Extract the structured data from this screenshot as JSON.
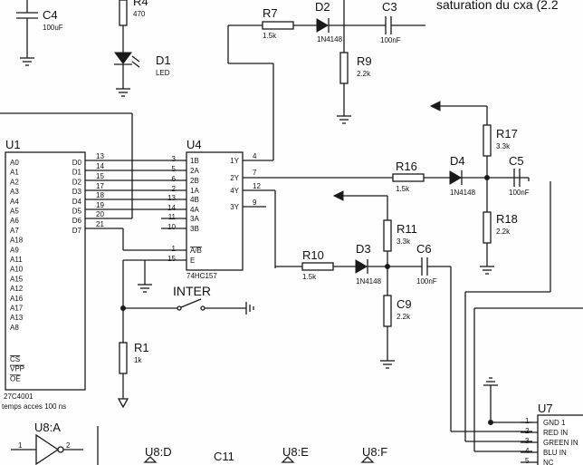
{
  "title": "saturation du cxa (2.2",
  "components": {
    "c4": {
      "ref": "C4",
      "value": "100uF"
    },
    "r4": {
      "ref": "R4",
      "value": "470"
    },
    "d1": {
      "ref": "D1",
      "value": "LED"
    },
    "r7": {
      "ref": "R7",
      "value": "1.5k"
    },
    "d2": {
      "ref": "D2",
      "value": "1N4148"
    },
    "c3": {
      "ref": "C3",
      "value": "100nF"
    },
    "r9": {
      "ref": "R9",
      "value": "2.2k"
    },
    "u1": {
      "ref": "U1",
      "part": "27C4001",
      "note": "temps acces 100 ns"
    },
    "u4": {
      "ref": "U4",
      "part": "74HC157"
    },
    "r17": {
      "ref": "R17",
      "value": "3.3k"
    },
    "r16": {
      "ref": "R16",
      "value": "1.5k"
    },
    "d4": {
      "ref": "D4",
      "value": "1N4148"
    },
    "c5": {
      "ref": "C5",
      "value": "100nF"
    },
    "r18": {
      "ref": "R18",
      "value": "2.2k"
    },
    "r11": {
      "ref": "R11",
      "value": "3.3k"
    },
    "r10": {
      "ref": "R10",
      "value": "1.5k"
    },
    "d3": {
      "ref": "D3",
      "value": "1N4148"
    },
    "c6": {
      "ref": "C6",
      "value": "100nF"
    },
    "c9": {
      "ref": "C9",
      "value": "2.2k"
    },
    "inter": {
      "ref": "INTER"
    },
    "r1": {
      "ref": "R1",
      "value": "1k"
    },
    "u7": {
      "ref": "U7"
    },
    "u8a": {
      "ref": "U8:A",
      "pin_in": "1",
      "pin_out": "2"
    },
    "u8d": {
      "ref": "U8:D"
    },
    "c11": {
      "ref": "C11"
    },
    "u8e": {
      "ref": "U8:E"
    },
    "u8f": {
      "ref": "U8:F"
    }
  },
  "pins": {
    "u1_left": [
      "A0",
      "A1",
      "A2",
      "A3",
      "A4",
      "A5",
      "A6",
      "A7",
      "A18",
      "A9",
      "A11",
      "A10",
      "A15",
      "A12",
      "A16",
      "A17",
      "A13",
      "A8"
    ],
    "u1_left_ctrl": [
      "CS",
      "VPP",
      "OE"
    ],
    "u1_right": [
      "D0",
      "D1",
      "D2",
      "D3",
      "D4",
      "D5",
      "D6",
      "D7"
    ],
    "u1_right_numbers": [
      "13",
      "14",
      "15",
      "17",
      "18",
      "19",
      "20",
      "21"
    ],
    "u4_left": [
      "1B",
      "2A",
      "2B",
      "1A",
      "4B",
      "4A",
      "3A",
      "3B"
    ],
    "u4_left_numbers": [
      "3",
      "5",
      "6",
      "2",
      "13",
      "14",
      "11",
      "10"
    ],
    "u4_ctrl": [
      "A/B",
      "E"
    ],
    "u4_ctrl_numbers": [
      "1",
      "15"
    ],
    "u4_right": [
      "1Y",
      "2Y",
      "4Y",
      "3Y"
    ],
    "u4_right_numbers": [
      "4",
      "7",
      "12",
      "9"
    ],
    "u7": [
      "GND 1",
      "RED IN",
      "GREEN IN",
      "BLU IN",
      "NC"
    ],
    "u7_numbers": [
      "1",
      "2",
      "3",
      "4",
      "5"
    ]
  }
}
